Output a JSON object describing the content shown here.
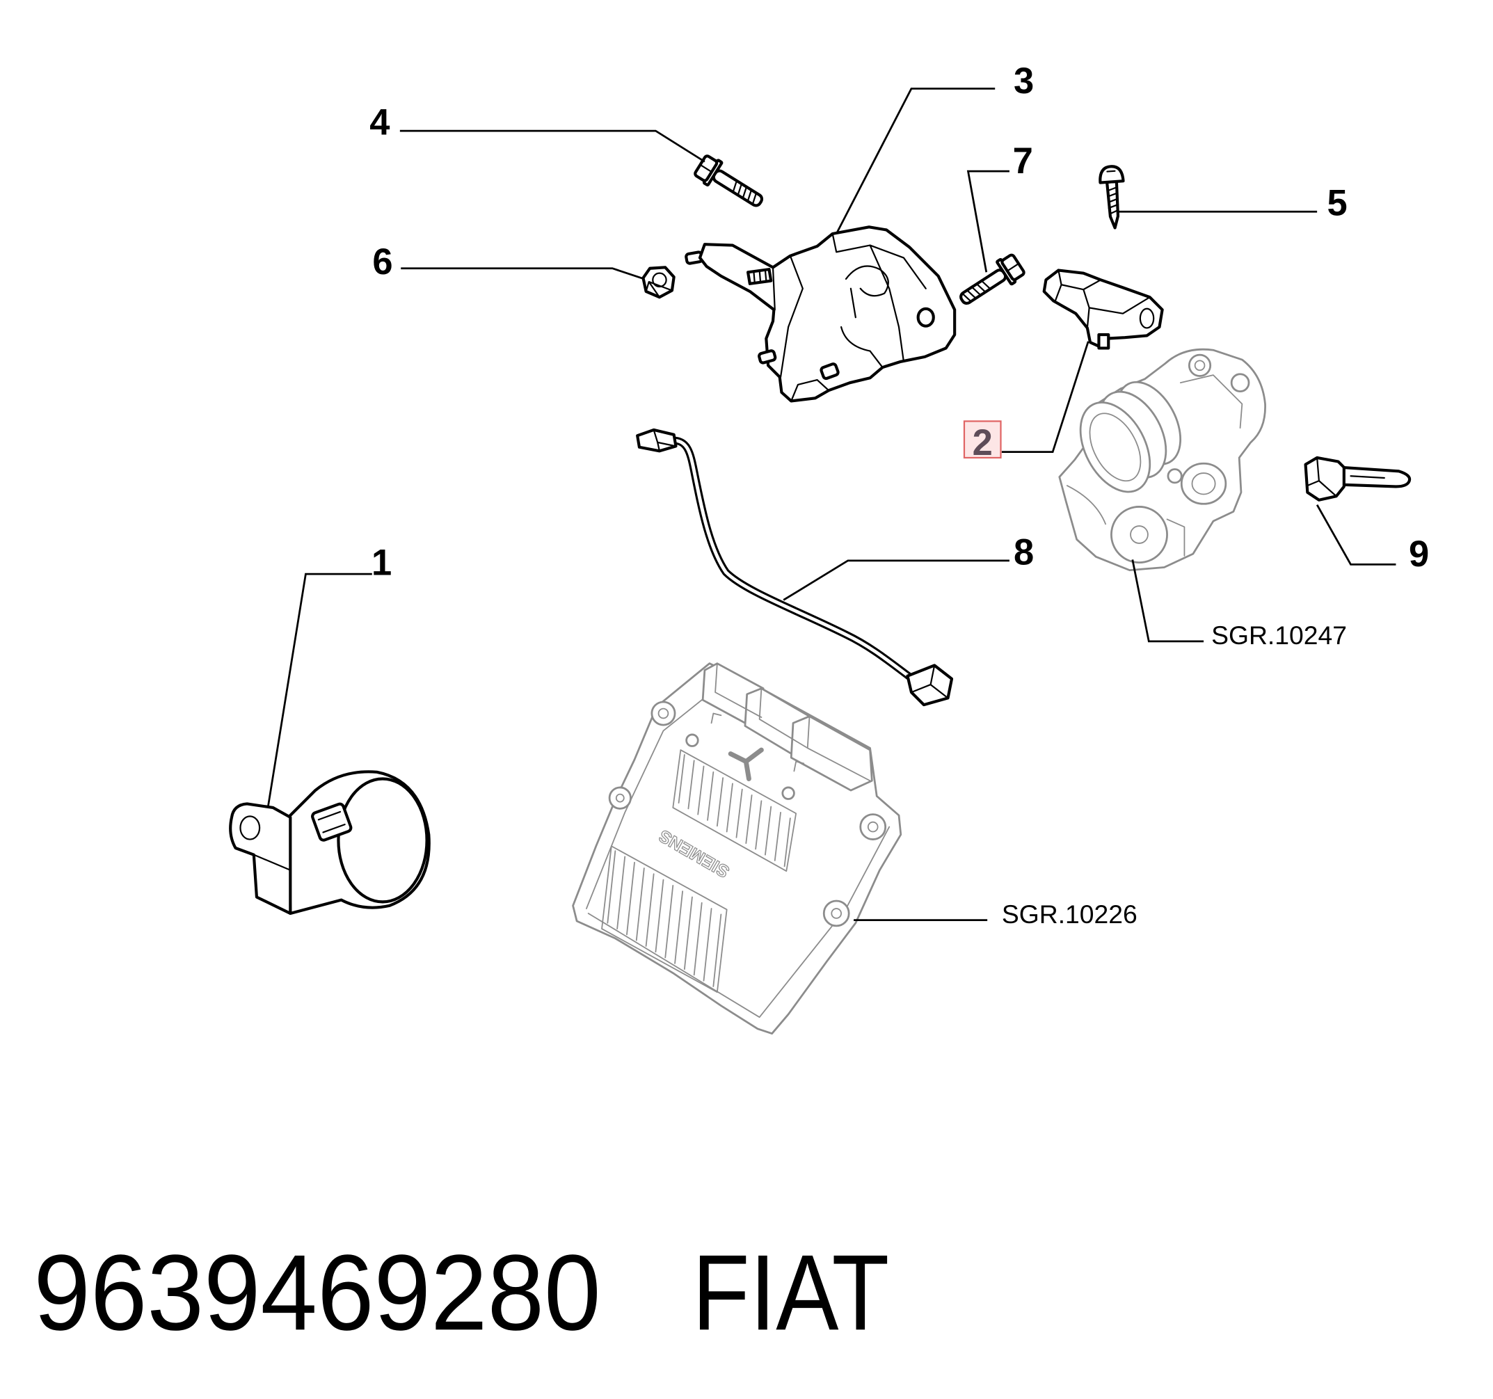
{
  "diagram": {
    "callouts": [
      {
        "label": "1"
      },
      {
        "label": "2",
        "highlighted": true
      },
      {
        "label": "3"
      },
      {
        "label": "4"
      },
      {
        "label": "5"
      },
      {
        "label": "6"
      },
      {
        "label": "7"
      },
      {
        "label": "8"
      },
      {
        "label": "9"
      }
    ],
    "references": [
      {
        "label": "SGR.10247"
      },
      {
        "label": "SGR.10226"
      }
    ],
    "ecu_marking": "SIEMENS"
  },
  "footer": {
    "part_number": "9639469280",
    "brand": "FIAT"
  },
  "colors": {
    "line": "#000000",
    "reference_line": "#8c8c8c",
    "highlight_border": "#e06464",
    "highlight_fill": "#fde6e6",
    "highlight_text": "#5e4c58",
    "background": "#ffffff"
  }
}
